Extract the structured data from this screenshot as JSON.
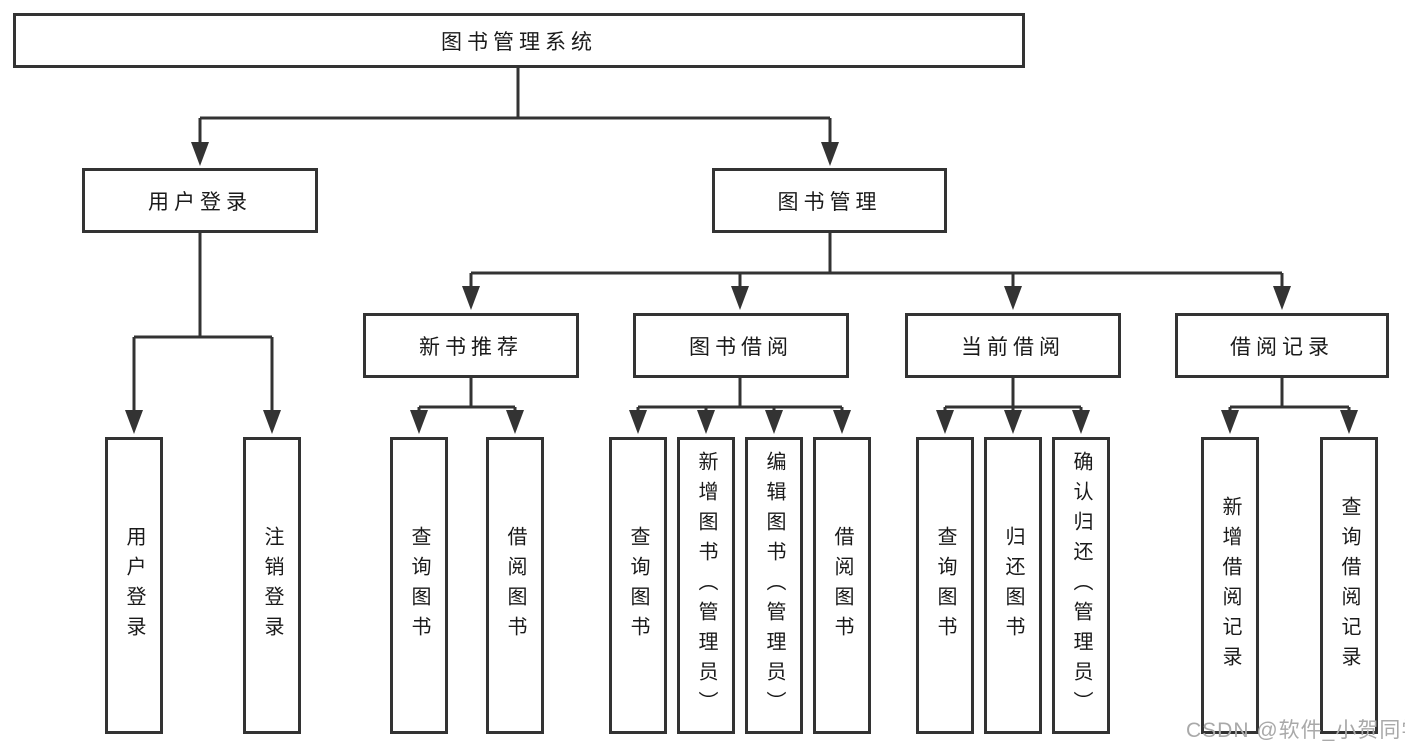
{
  "diagram": {
    "root": "图书管理系统",
    "level2": {
      "user_login": "用户登录",
      "book_mgmt": "图书管理"
    },
    "sections": {
      "new_books": "新书推荐",
      "book_borrow": "图书借阅",
      "current_borrow": "当前借阅",
      "borrow_records": "借阅记录"
    },
    "leaves": {
      "login": "用户登录",
      "logout": "注销登录",
      "nb_query": "查询图书",
      "nb_borrow": "借阅图书",
      "bb_query": "查询图书",
      "bb_add": "新增图书（管理员）",
      "bb_edit": "编辑图书（管理员）",
      "bb_borrow": "借阅图书",
      "cb_query": "查询图书",
      "cb_return": "归还图书",
      "cb_confirm": "确认归还（管理员）",
      "br_add": "新增借阅记录",
      "br_query": "查询借阅记录"
    }
  },
  "watermark": "CSDN @软件_小贺同学",
  "colors": {
    "line": "#333333",
    "border": "#333333",
    "text": "#1a1a1a",
    "watermark": "#a9a9a9",
    "background": "#ffffff"
  }
}
